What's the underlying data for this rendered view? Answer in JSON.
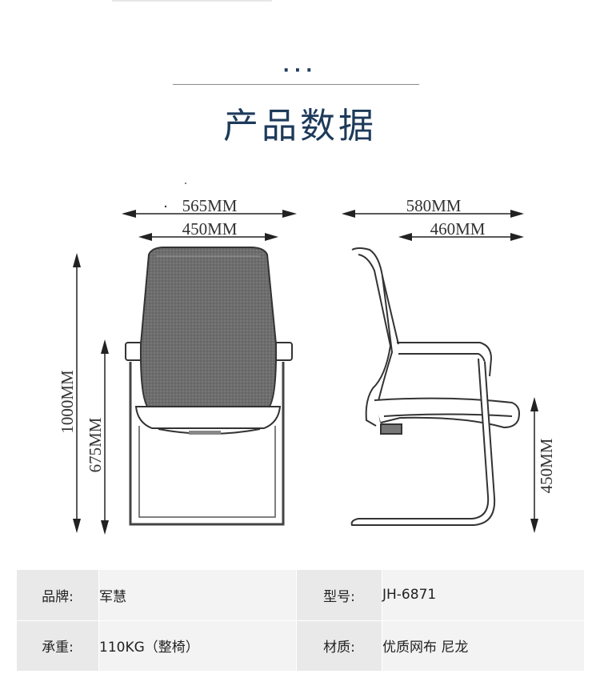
{
  "header": {
    "dots": "···",
    "title": "产品数据"
  },
  "dimensions": {
    "front_width_outer": "565MM",
    "front_width_inner": "450MM",
    "side_depth_outer": "580MM",
    "side_depth_inner": "460MM",
    "total_height": "1000MM",
    "armrest_height": "675MM",
    "seat_height": "450MM"
  },
  "specs": [
    {
      "label1": "品牌:",
      "value1": "军慧",
      "label2": "型号:",
      "value2": "JH-6871"
    },
    {
      "label1": "承重:",
      "value1": "110KG（整椅）",
      "label2": "材质:",
      "value2": "优质网布  尼龙"
    }
  ],
  "colors": {
    "title": "#1d3a5a",
    "cell_label_bg": "#e9e9e9",
    "cell_value_bg": "#f3f3f3"
  }
}
